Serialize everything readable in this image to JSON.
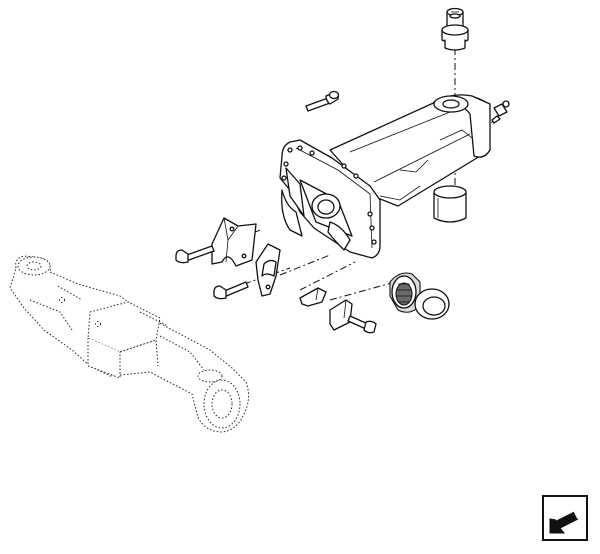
{
  "figure": {
    "type": "exploded parts diagram",
    "parts": [
      "pivot-pin",
      "bolt",
      "breather-fitting",
      "axle-housing-support",
      "bushing",
      "retaining-halves",
      "bolt-left",
      "bolt-lower",
      "lock-tab",
      "lock-bolt",
      "bearing",
      "seal-ring",
      "axle-assembly-reference"
    ]
  },
  "nav": {
    "icon": "arrow-down-left-icon"
  }
}
